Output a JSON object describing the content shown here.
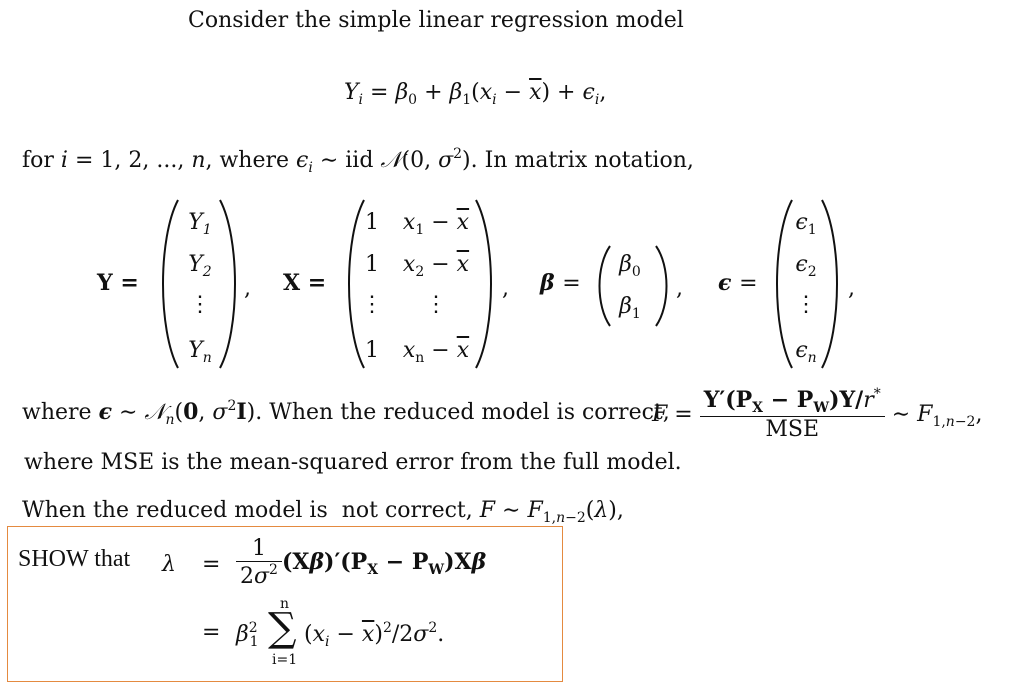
{
  "intro": "Consider the simple linear regression model",
  "model": {
    "lhs": "Yi",
    "equation_text": "= β0 + β1(xi − x̄) + εi,"
  },
  "for_line": {
    "prefix": "for",
    "range": "i = 1, 2, ..., n,",
    "where": "where",
    "dist": "εi ~ iid 𝒩(0, σ²).",
    "suffix": "In matrix notation,"
  },
  "matrices": {
    "Y": {
      "name": "Y",
      "entries": [
        "Y1",
        "Y2",
        "⋮",
        "Yn"
      ]
    },
    "X": {
      "name": "X",
      "rows": [
        [
          "1",
          "x1 − x̄"
        ],
        [
          "1",
          "x2 − x̄"
        ],
        [
          "⋮",
          "⋮"
        ],
        [
          "1",
          "xn − x̄"
        ]
      ]
    },
    "beta": {
      "name": "β",
      "entries": [
        "β0",
        "β1"
      ]
    },
    "eps": {
      "name": "ε",
      "entries": [
        "ε1",
        "ε2",
        "⋮",
        "εn"
      ]
    }
  },
  "where_line": {
    "text1": "where",
    "dist": "ε ~ 𝒩n(0, σ²I).",
    "text2": "When the reduced model is correct,",
    "F_numerator": "Y′(PX − PW)Y/r*",
    "F_denominator": "MSE",
    "F_dist": "~ F1,n−2,"
  },
  "mse_line": "where MSE is the mean-squared error from the full model.",
  "not_correct_line": {
    "text": "When the reduced model is  not correct,",
    "dist": "F ~ F1,n−2(λ),"
  },
  "show": {
    "label": "SHOW that",
    "lambda": "λ",
    "line1_fraction_num": "1",
    "line1_fraction_den": "2σ²",
    "line1_rest": "(Xβ)′(PX − PW)Xβ",
    "line2": "β1² Σ(xi − x̄)²/2σ².",
    "sum_upper": "n",
    "sum_lower": "i=1"
  },
  "colors": {
    "box_border": "#e48a40",
    "text": "#111111"
  }
}
